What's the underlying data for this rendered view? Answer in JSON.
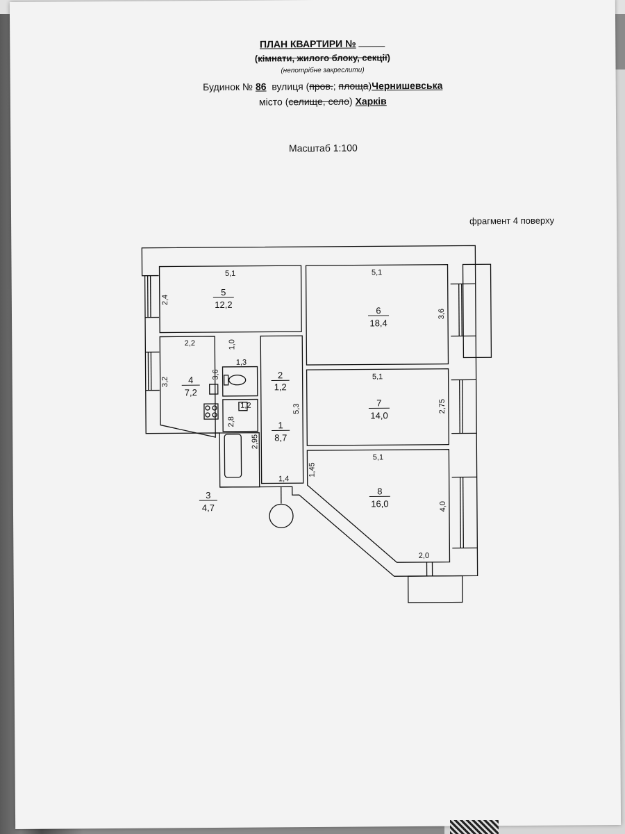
{
  "header": {
    "title_prefix": "ПЛАН КВАРТИРИ №",
    "subtitle_open": "(",
    "subtitle_struck": "кімнати, жилого блоку, секції",
    "subtitle_close": ")",
    "note": "(непотрібне закреслити)",
    "house_label": "Будинок №",
    "house_number": "86",
    "street_label": "вулиця (",
    "street_struck_1": "пров.",
    "street_sep": "; ",
    "street_struck_2": "площа",
    "street_close": ")",
    "street_name": "Чернишевська",
    "city_label": "місто (",
    "city_struck": "селище, село",
    "city_close": ")",
    "city_name": "Харків",
    "scale": "Масштаб 1:100",
    "fragment": "фрагмент 4 поверху"
  },
  "rooms": [
    {
      "num": "5",
      "area": "12,2"
    },
    {
      "num": "6",
      "area": "18,4"
    },
    {
      "num": "4",
      "area": "7,2"
    },
    {
      "num": "2",
      "area": "1,2"
    },
    {
      "num": "1",
      "area": "8,7"
    },
    {
      "num": "7",
      "area": "14,0"
    },
    {
      "num": "8",
      "area": "16,0"
    },
    {
      "num": "3",
      "area": "4,7"
    }
  ],
  "dimensions": {
    "r5_width": "5,1",
    "r5_depth": "2,4",
    "r6_width": "5,1",
    "r6_depth": "3,6",
    "r4_width": "2,2",
    "r4_depth": "3,2",
    "r4_inner_1": "1,0",
    "r4_inner_2": "3,6",
    "wc_width": "1,3",
    "bath_small": "1,2",
    "bath_depth_1": "2,8",
    "bath_depth_2": "2,95",
    "hall_depth": "5,3",
    "hall_width": "1,4",
    "r7_width": "5,1",
    "r7_depth": "2,75",
    "r8_width": "5,1",
    "r8_depth": "4,0",
    "hall_step": "1,45",
    "r8_bottom": "2,0"
  }
}
